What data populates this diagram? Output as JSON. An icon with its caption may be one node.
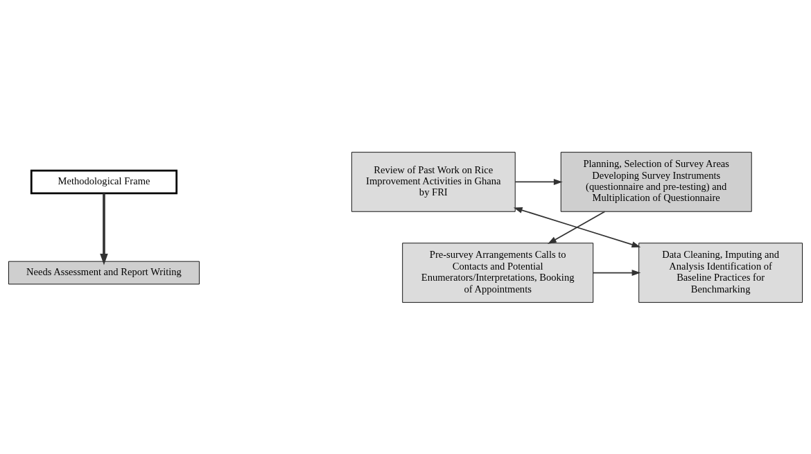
{
  "diagram": {
    "nodes": [
      {
        "text": [
          "Methodological Frame"
        ]
      },
      {
        "text": [
          "Review of Past Work on Rice Improvement Activities in Ghana by FRI"
        ]
      },
      {
        "text": [
          "Planning, Selection of Survey Areas Developing Survey Instruments (questionnaire and pre-testing) and Multiplication of Questionnaire"
        ]
      },
      {
        "text": [
          "Data Cleaning, Imputing and Analysis Identification of Baseline Practices for Benchmarking"
        ]
      },
      {
        "text": [
          "Pre-survey Arrangements Calls to Contacts and Potential Enumerators/Interpretations, Booking of Appointments"
        ]
      },
      {
        "text": [
          "Needs Assessment and Report Writing"
        ]
      }
    ],
    "edges": [
      {
        "from": 0,
        "to": 5,
        "arrow": "to",
        "style": "thick"
      },
      {
        "from": 1,
        "to": 2,
        "arrow": "to"
      },
      {
        "from": 1,
        "to": 3,
        "arrow": "both"
      },
      {
        "from": 2,
        "to": 4,
        "arrow": "to"
      },
      {
        "from": 4,
        "to": 3,
        "arrow": "to"
      }
    ]
  }
}
